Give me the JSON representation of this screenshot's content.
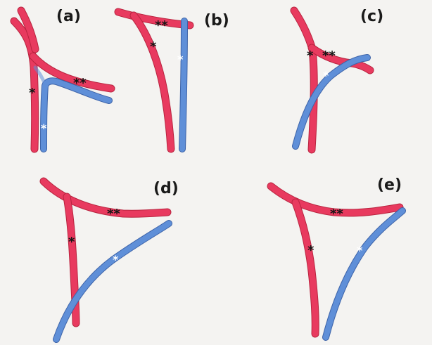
{
  "figure": {
    "background": "#f4f3f1",
    "colors": {
      "artery": "#e83a5f",
      "artery_edge": "#b8243f",
      "vein": "#5f8fd8",
      "vein_edge": "#3d63a8",
      "marker_dark": "#151515",
      "marker_light": "#ffffff"
    },
    "panels": [
      {
        "id": "a",
        "label": "(a)"
      },
      {
        "id": "b",
        "label": "(b)"
      },
      {
        "id": "c",
        "label": "(c)"
      },
      {
        "id": "d",
        "label": "(d)"
      },
      {
        "id": "e",
        "label": "(e)"
      }
    ],
    "markers": {
      "single": "*",
      "double": "**"
    }
  }
}
